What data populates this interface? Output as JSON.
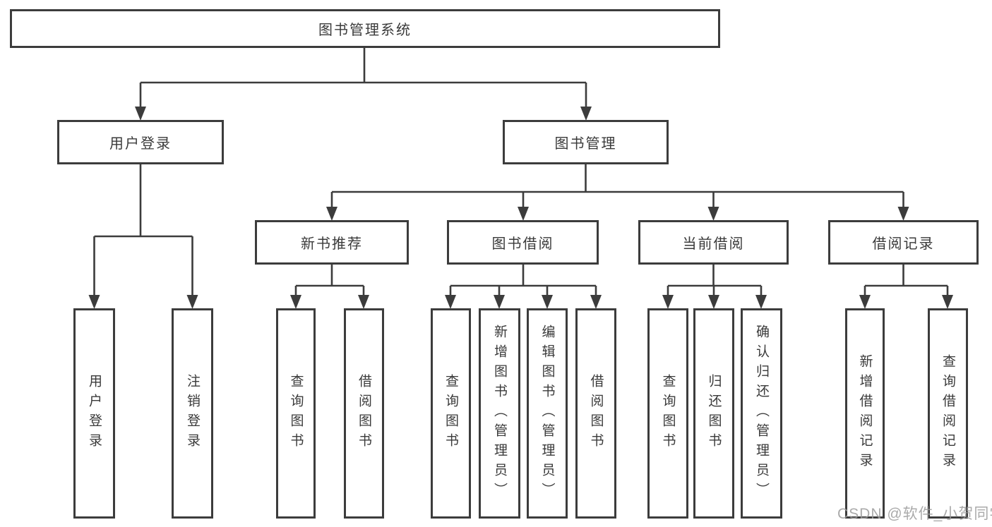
{
  "diagram": {
    "root": {
      "label": "图书管理系统"
    },
    "level2": [
      {
        "label": "用户登录"
      },
      {
        "label": "图书管理"
      }
    ],
    "level3": [
      {
        "label": "新书推荐"
      },
      {
        "label": "图书借阅"
      },
      {
        "label": "当前借阅"
      },
      {
        "label": "借阅记录"
      }
    ],
    "leaves": [
      {
        "label": "用户登录"
      },
      {
        "label": "注销登录"
      },
      {
        "label": "查询图书"
      },
      {
        "label": "借阅图书"
      },
      {
        "label": "查询图书"
      },
      {
        "label": "新增图书（管理员）"
      },
      {
        "label": "编辑图书（管理员）"
      },
      {
        "label": "借阅图书"
      },
      {
        "label": "查询图书"
      },
      {
        "label": "归还图书"
      },
      {
        "label": "确认归还（管理员）"
      },
      {
        "label": "新增借阅记录"
      },
      {
        "label": "查询借阅记录"
      }
    ],
    "watermark": "CSDN @软件_小贺同学",
    "colors": {
      "line": "#3c3c3c",
      "text": "#3a3a3a",
      "watermark": "#9b9b9b",
      "background": "#ffffff"
    }
  }
}
